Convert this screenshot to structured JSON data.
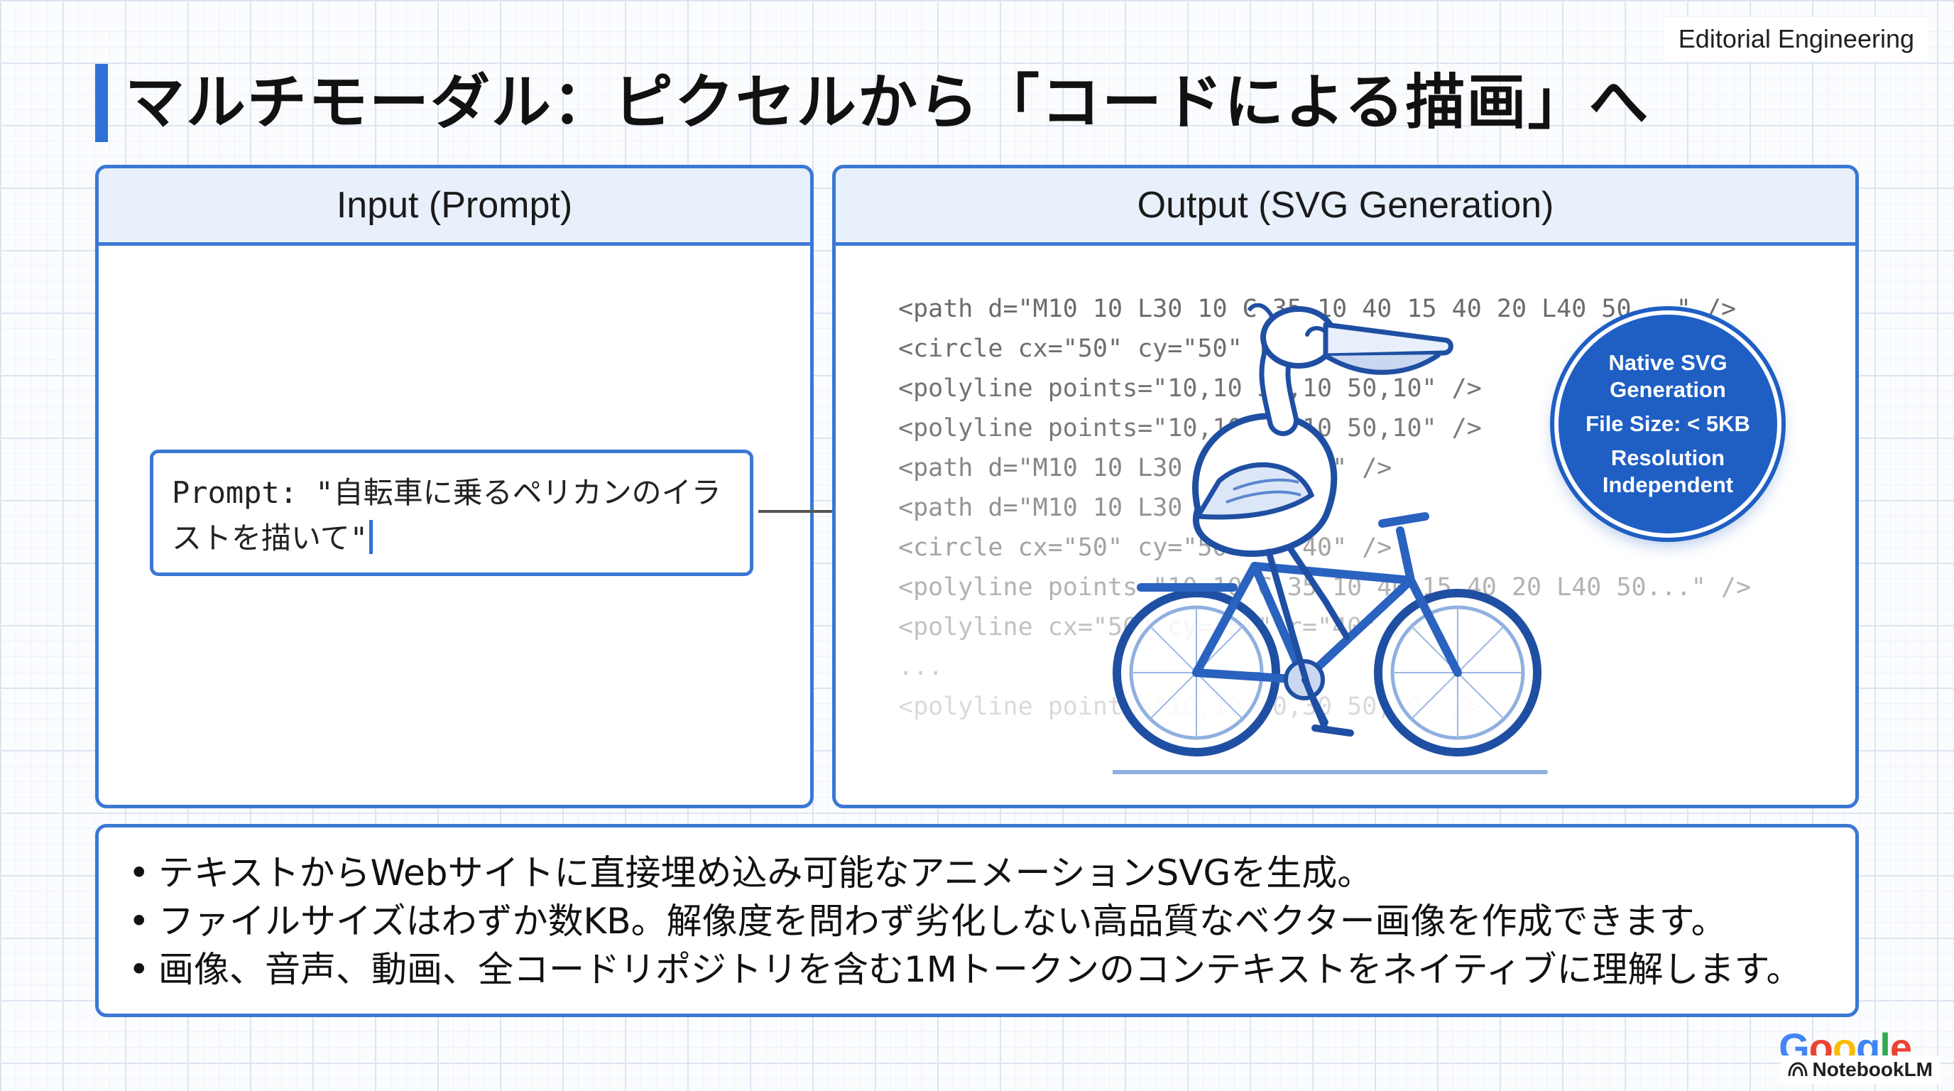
{
  "brand_tag": "Editorial Engineering",
  "title": "マルチモーダル：ピクセルから「コードによる描画」へ",
  "input_panel": {
    "header": "Input (Prompt)",
    "prompt_text": "Prompt: \"自転車に乗るペリカンのイラストを描いて\""
  },
  "output_panel": {
    "header": "Output (SVG Generation)",
    "code_lines": [
      "<path d=\"M10 10 L30 10 C 35 10 40 15 40 20 L40 50...\" />",
      "<circle cx=\"50\" cy=\"50\" r=\"40\" />",
      "<polyline points=\"10,10 30,10 50,10\" />",
      "<polyline points=\"10,10 30,10 50,10\" />",
      "<path d=\"M10 10 L30 10 L30 30\" />",
      "<path d=\"M10 10 L30 30\" />",
      "<circle cx=\"50\" cy=\"50\" r=\"40\" />",
      "<polyline points=\"10,10 C 35 10 40 15 40 20 L40 50...\" />",
      "<polyline cx=\"50\" cy=\"50\" r=\"40\" />",
      "...",
      "<polyline points=\"10,10 30,30 50,10\" />"
    ],
    "badge": {
      "line1": "Native SVG",
      "line2": "Generation",
      "line3": "File Size: < 5KB",
      "line4": "Resolution",
      "line5": "Independent"
    }
  },
  "bullets": [
    "テキストからWebサイトに直接埋め込み可能なアニメーションSVGを生成。",
    "ファイルサイズはわずか数KB。解像度を問わず劣化しない高品質なベクター画像を作成できます。",
    "画像、音声、動画、全コードリポジトリを含む1Mトークンのコンテキストをネイティブに理解します。"
  ],
  "footer": {
    "google": "Google",
    "notebooklm": "NotebookLM"
  },
  "colors": {
    "accent": "#2f6fd8",
    "panel_border": "#3a78d4",
    "header_fill": "#e8f0fb",
    "badge_fill": "#1f5fc4"
  }
}
